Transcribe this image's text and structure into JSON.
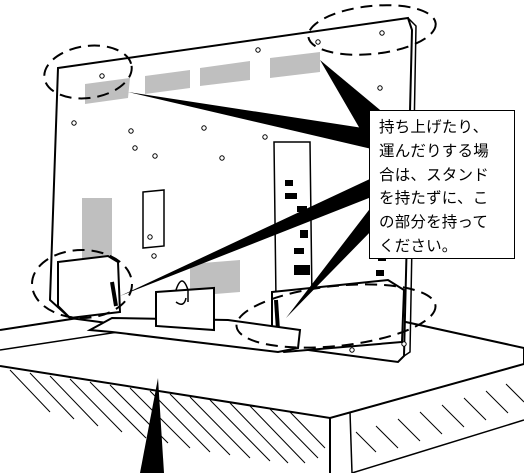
{
  "callout": {
    "lines": [
      "持ち上げたり、",
      "運んだりする場",
      "合は、スタンド",
      "を持たずに、こ",
      "の部分を持って",
      "ください。"
    ]
  },
  "colors": {
    "line": "#000000",
    "background": "#ffffff",
    "pointer_fill": "#000000"
  },
  "figure": {
    "subject": "tv-rear-view-on-stand",
    "marked_regions": 4
  }
}
